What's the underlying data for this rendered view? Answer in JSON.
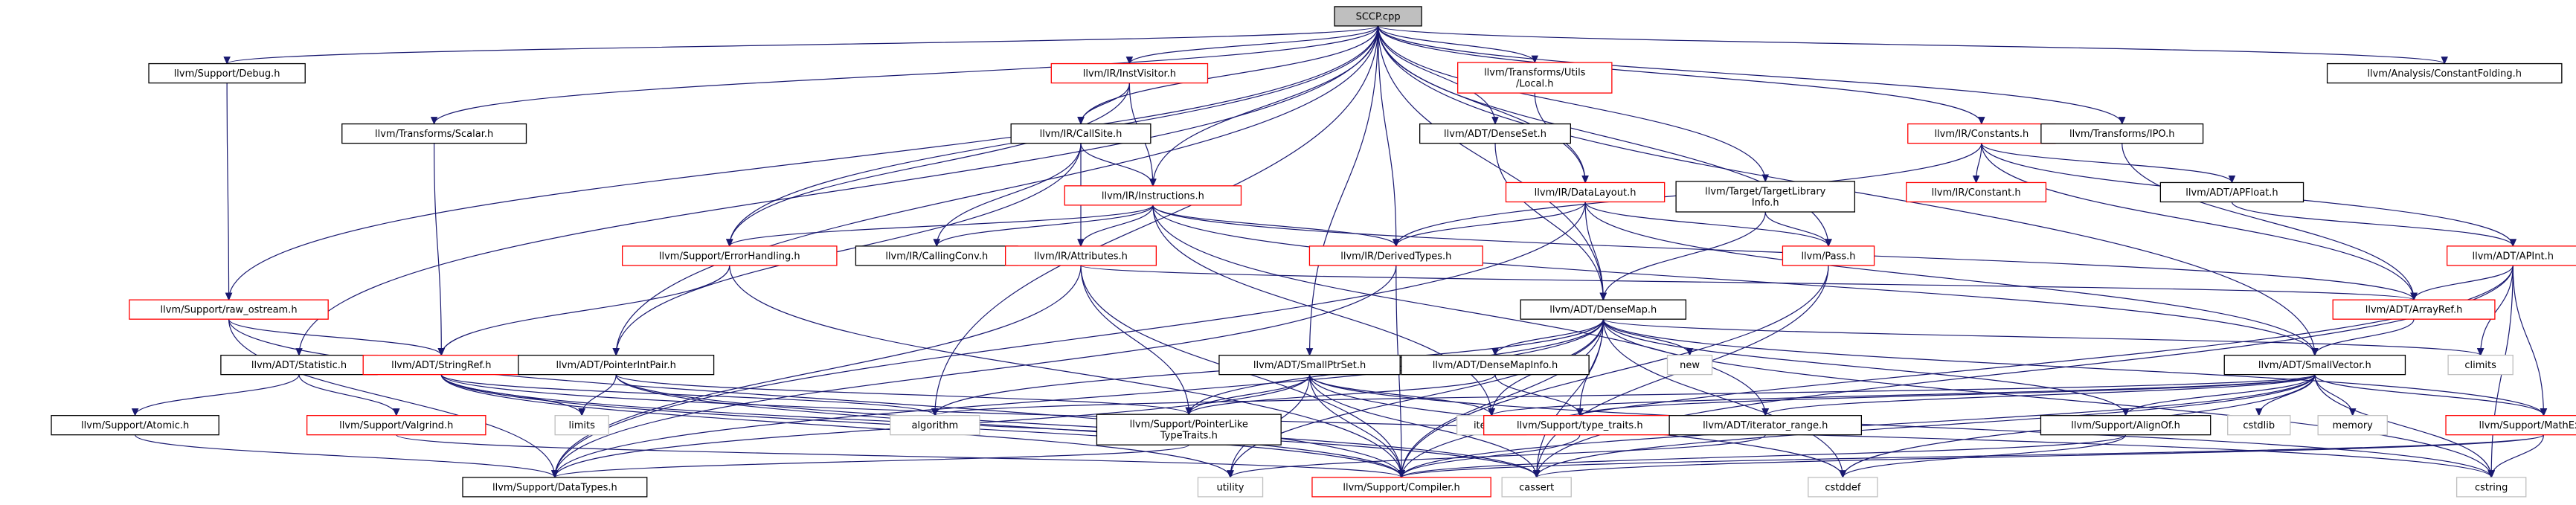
{
  "colors": {
    "edge": "#191970",
    "root_fill": "#bfbfbf",
    "plain_border": "#000000",
    "linked_border": "#ff0000",
    "header_border": "#bfbfbf"
  },
  "nodes": [
    {
      "id": "sccp",
      "label": "SCCP.cpp",
      "kind": "root"
    },
    {
      "id": "debug",
      "label": "llvm/Support/Debug.h",
      "kind": "plain"
    },
    {
      "id": "instvisitor",
      "label": "llvm/IR/InstVisitor.h",
      "kind": "linked"
    },
    {
      "id": "local",
      "label": "llvm/Transforms/Utils\n/Local.h",
      "kind": "linked"
    },
    {
      "id": "constfold",
      "label": "llvm/Analysis/ConstantFolding.h",
      "kind": "plain"
    },
    {
      "id": "scalar",
      "label": "llvm/Transforms/Scalar.h",
      "kind": "plain"
    },
    {
      "id": "callsite",
      "label": "llvm/IR/CallSite.h",
      "kind": "plain"
    },
    {
      "id": "denseset",
      "label": "llvm/ADT/DenseSet.h",
      "kind": "plain"
    },
    {
      "id": "constants",
      "label": "llvm/IR/Constants.h",
      "kind": "linked"
    },
    {
      "id": "ipo",
      "label": "llvm/Transforms/IPO.h",
      "kind": "plain"
    },
    {
      "id": "instructions",
      "label": "llvm/IR/Instructions.h",
      "kind": "linked"
    },
    {
      "id": "datalayout",
      "label": "llvm/IR/DataLayout.h",
      "kind": "linked"
    },
    {
      "id": "tli",
      "label": "llvm/Target/TargetLibrary\nInfo.h",
      "kind": "plain"
    },
    {
      "id": "constant",
      "label": "llvm/IR/Constant.h",
      "kind": "linked"
    },
    {
      "id": "apfloat",
      "label": "llvm/ADT/APFloat.h",
      "kind": "plain"
    },
    {
      "id": "errhandling",
      "label": "llvm/Support/ErrorHandling.h",
      "kind": "linked"
    },
    {
      "id": "callingconv",
      "label": "llvm/IR/CallingConv.h",
      "kind": "plain"
    },
    {
      "id": "attributes",
      "label": "llvm/IR/Attributes.h",
      "kind": "linked"
    },
    {
      "id": "derivedtypes",
      "label": "llvm/IR/DerivedTypes.h",
      "kind": "linked"
    },
    {
      "id": "pass",
      "label": "llvm/Pass.h",
      "kind": "linked"
    },
    {
      "id": "apint",
      "label": "llvm/ADT/APInt.h",
      "kind": "linked"
    },
    {
      "id": "rawostream",
      "label": "llvm/Support/raw_ostream.h",
      "kind": "linked"
    },
    {
      "id": "densemap",
      "label": "llvm/ADT/DenseMap.h",
      "kind": "plain"
    },
    {
      "id": "arrayref",
      "label": "llvm/ADT/ArrayRef.h",
      "kind": "linked"
    },
    {
      "id": "statistic",
      "label": "llvm/ADT/Statistic.h",
      "kind": "plain"
    },
    {
      "id": "stringref",
      "label": "llvm/ADT/StringRef.h",
      "kind": "linked"
    },
    {
      "id": "pointerintpair",
      "label": "llvm/ADT/PointerIntPair.h",
      "kind": "plain"
    },
    {
      "id": "smallptrset",
      "label": "llvm/ADT/SmallPtrSet.h",
      "kind": "plain"
    },
    {
      "id": "densemapinfo",
      "label": "llvm/ADT/DenseMapInfo.h",
      "kind": "plain"
    },
    {
      "id": "new",
      "label": "new",
      "kind": "header"
    },
    {
      "id": "smallvector",
      "label": "llvm/ADT/SmallVector.h",
      "kind": "plain"
    },
    {
      "id": "climits",
      "label": "climits",
      "kind": "header"
    },
    {
      "id": "atomic",
      "label": "llvm/Support/Atomic.h",
      "kind": "plain"
    },
    {
      "id": "valgrind",
      "label": "llvm/Support/Valgrind.h",
      "kind": "linked"
    },
    {
      "id": "limits",
      "label": "limits",
      "kind": "header"
    },
    {
      "id": "algorithm",
      "label": "algorithm",
      "kind": "header"
    },
    {
      "id": "ptrliketypetraits",
      "label": "llvm/Support/PointerLike\nTypeTraits.h",
      "kind": "plain"
    },
    {
      "id": "iterator",
      "label": "iterator",
      "kind": "header"
    },
    {
      "id": "typetraits",
      "label": "llvm/Support/type_traits.h",
      "kind": "linked"
    },
    {
      "id": "iteratorrange",
      "label": "llvm/ADT/iterator_range.h",
      "kind": "plain"
    },
    {
      "id": "alignof",
      "label": "llvm/Support/AlignOf.h",
      "kind": "plain"
    },
    {
      "id": "cstdlib",
      "label": "cstdlib",
      "kind": "header"
    },
    {
      "id": "memory",
      "label": "memory",
      "kind": "header"
    },
    {
      "id": "mathextras",
      "label": "llvm/Support/MathExtras.h",
      "kind": "linked"
    },
    {
      "id": "datatypes",
      "label": "llvm/Support/DataTypes.h",
      "kind": "plain"
    },
    {
      "id": "utility",
      "label": "utility",
      "kind": "header"
    },
    {
      "id": "compiler",
      "label": "llvm/Support/Compiler.h",
      "kind": "linked"
    },
    {
      "id": "cassert",
      "label": "cassert",
      "kind": "header"
    },
    {
      "id": "cstddef",
      "label": "cstddef",
      "kind": "header"
    },
    {
      "id": "cstring",
      "label": "cstring",
      "kind": "header"
    }
  ],
  "edges": [
    [
      "sccp",
      "debug"
    ],
    [
      "sccp",
      "instvisitor"
    ],
    [
      "sccp",
      "local"
    ],
    [
      "sccp",
      "constfold"
    ],
    [
      "sccp",
      "scalar"
    ],
    [
      "sccp",
      "callsite"
    ],
    [
      "sccp",
      "denseset"
    ],
    [
      "sccp",
      "constants"
    ],
    [
      "sccp",
      "ipo"
    ],
    [
      "sccp",
      "instructions"
    ],
    [
      "sccp",
      "datalayout"
    ],
    [
      "sccp",
      "tli"
    ],
    [
      "sccp",
      "derivedtypes"
    ],
    [
      "sccp",
      "pass"
    ],
    [
      "sccp",
      "rawostream"
    ],
    [
      "sccp",
      "densemap"
    ],
    [
      "sccp",
      "statistic"
    ],
    [
      "sccp",
      "pointerintpair"
    ],
    [
      "sccp",
      "smallptrset"
    ],
    [
      "sccp",
      "smallvector"
    ],
    [
      "sccp",
      "errhandling"
    ],
    [
      "sccp",
      "algorithm"
    ],
    [
      "debug",
      "rawostream"
    ],
    [
      "instvisitor",
      "callsite"
    ],
    [
      "instvisitor",
      "instructions"
    ],
    [
      "instvisitor",
      "errhandling"
    ],
    [
      "local",
      "datalayout"
    ],
    [
      "scalar",
      "stringref"
    ],
    [
      "callsite",
      "instructions"
    ],
    [
      "callsite",
      "attributes"
    ],
    [
      "callsite",
      "callingconv"
    ],
    [
      "callsite",
      "pointerintpair"
    ],
    [
      "denseset",
      "densemap"
    ],
    [
      "constants",
      "constant"
    ],
    [
      "constants",
      "apfloat"
    ],
    [
      "constants",
      "apint"
    ],
    [
      "constants",
      "arrayref"
    ],
    [
      "constants",
      "derivedtypes"
    ],
    [
      "ipo",
      "arrayref"
    ],
    [
      "instructions",
      "errhandling"
    ],
    [
      "instructions",
      "callingconv"
    ],
    [
      "instructions",
      "attributes"
    ],
    [
      "instructions",
      "derivedtypes"
    ],
    [
      "instructions",
      "arrayref"
    ],
    [
      "instructions",
      "smallvector"
    ],
    [
      "instructions",
      "iteratorrange"
    ],
    [
      "instructions",
      "iterator"
    ],
    [
      "datalayout",
      "derivedtypes"
    ],
    [
      "datalayout",
      "pass"
    ],
    [
      "datalayout",
      "densemap"
    ],
    [
      "datalayout",
      "smallvector"
    ],
    [
      "datalayout",
      "datatypes"
    ],
    [
      "tli",
      "pass"
    ],
    [
      "tli",
      "densemap"
    ],
    [
      "apfloat",
      "apint"
    ],
    [
      "errhandling",
      "stringref"
    ],
    [
      "errhandling",
      "compiler"
    ],
    [
      "attributes",
      "arrayref"
    ],
    [
      "attributes",
      "ptrliketypetraits"
    ],
    [
      "attributes",
      "compiler"
    ],
    [
      "attributes",
      "datatypes"
    ],
    [
      "derivedtypes",
      "compiler"
    ],
    [
      "derivedtypes",
      "datatypes"
    ],
    [
      "pass",
      "compiler"
    ],
    [
      "pass",
      "cassert"
    ],
    [
      "apint",
      "arrayref"
    ],
    [
      "apint",
      "mathextras"
    ],
    [
      "apint",
      "climits"
    ],
    [
      "apint",
      "cassert"
    ],
    [
      "apint",
      "cstring"
    ],
    [
      "apint",
      "compiler"
    ],
    [
      "rawostream",
      "stringref"
    ],
    [
      "rawostream",
      "compiler"
    ],
    [
      "rawostream",
      "datatypes"
    ],
    [
      "densemap",
      "densemapinfo"
    ],
    [
      "densemap",
      "new"
    ],
    [
      "densemap",
      "algorithm"
    ],
    [
      "densemap",
      "typetraits"
    ],
    [
      "densemap",
      "iterator"
    ],
    [
      "densemap",
      "alignof"
    ],
    [
      "densemap",
      "mathextras"
    ],
    [
      "densemap",
      "ptrliketypetraits"
    ],
    [
      "densemap",
      "utility"
    ],
    [
      "densemap",
      "climits"
    ],
    [
      "densemap",
      "cassert"
    ],
    [
      "densemap",
      "cstddef"
    ],
    [
      "densemap",
      "cstring"
    ],
    [
      "densemap",
      "compiler"
    ],
    [
      "densemap",
      "datatypes"
    ],
    [
      "arrayref",
      "smallvector"
    ],
    [
      "statistic",
      "atomic"
    ],
    [
      "statistic",
      "valgrind"
    ],
    [
      "stringref",
      "compiler"
    ],
    [
      "stringref",
      "algorithm"
    ],
    [
      "stringref",
      "limits"
    ],
    [
      "stringref",
      "utility"
    ],
    [
      "stringref",
      "cassert"
    ],
    [
      "stringref",
      "cstring"
    ],
    [
      "pointerintpair",
      "ptrliketypetraits"
    ],
    [
      "pointerintpair",
      "limits"
    ],
    [
      "pointerintpair",
      "compiler"
    ],
    [
      "pointerintpair",
      "cassert"
    ],
    [
      "smallptrset",
      "ptrliketypetraits"
    ],
    [
      "smallptrset",
      "iterator"
    ],
    [
      "smallptrset",
      "utility"
    ],
    [
      "smallptrset",
      "cassert"
    ],
    [
      "smallptrset",
      "cstddef"
    ],
    [
      "smallptrset",
      "cstring"
    ],
    [
      "smallptrset",
      "compiler"
    ],
    [
      "smallptrset",
      "datatypes"
    ],
    [
      "densemapinfo",
      "ptrliketypetraits"
    ],
    [
      "densemapinfo",
      "typetraits"
    ],
    [
      "smallvector",
      "alignof"
    ],
    [
      "smallvector",
      "mathextras"
    ],
    [
      "smallvector",
      "iteratorrange"
    ],
    [
      "smallvector",
      "typetraits"
    ],
    [
      "smallvector",
      "algorithm"
    ],
    [
      "smallvector",
      "iterator"
    ],
    [
      "smallvector",
      "cstdlib"
    ],
    [
      "smallvector",
      "memory"
    ],
    [
      "smallvector",
      "cassert"
    ],
    [
      "smallvector",
      "cstddef"
    ],
    [
      "smallvector",
      "cstring"
    ],
    [
      "smallvector",
      "compiler"
    ],
    [
      "atomic",
      "datatypes"
    ],
    [
      "valgrind",
      "compiler"
    ],
    [
      "ptrliketypetraits",
      "datatypes"
    ],
    [
      "typetraits",
      "compiler"
    ],
    [
      "iteratorrange",
      "utility"
    ],
    [
      "alignof",
      "compiler"
    ],
    [
      "alignof",
      "cstddef"
    ],
    [
      "mathextras",
      "compiler"
    ],
    [
      "mathextras",
      "cassert"
    ],
    [
      "mathextras",
      "cstring"
    ]
  ]
}
